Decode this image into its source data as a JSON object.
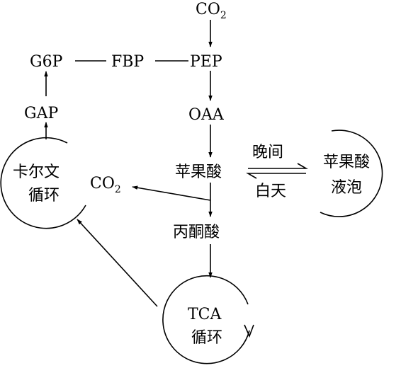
{
  "nodes": {
    "co2_top": {
      "main": "CO",
      "sub": "2"
    },
    "g6p": "G6P",
    "fbp": "FBP",
    "pep": "PEP",
    "gap": "GAP",
    "oaa": "OAA",
    "malate": "苹果酸",
    "co2_mid": {
      "main": "CO",
      "sub": "2"
    },
    "pyruvate": "丙酮酸"
  },
  "cycles": {
    "calvin": {
      "line1": "卡尔文",
      "line2": "循环"
    },
    "vacuole": {
      "line1": "苹果酸",
      "line2": "液泡"
    },
    "tca": {
      "line1": "TCA",
      "line2": "循环"
    }
  },
  "exchange": {
    "night": "晚间",
    "day": "白天"
  }
}
